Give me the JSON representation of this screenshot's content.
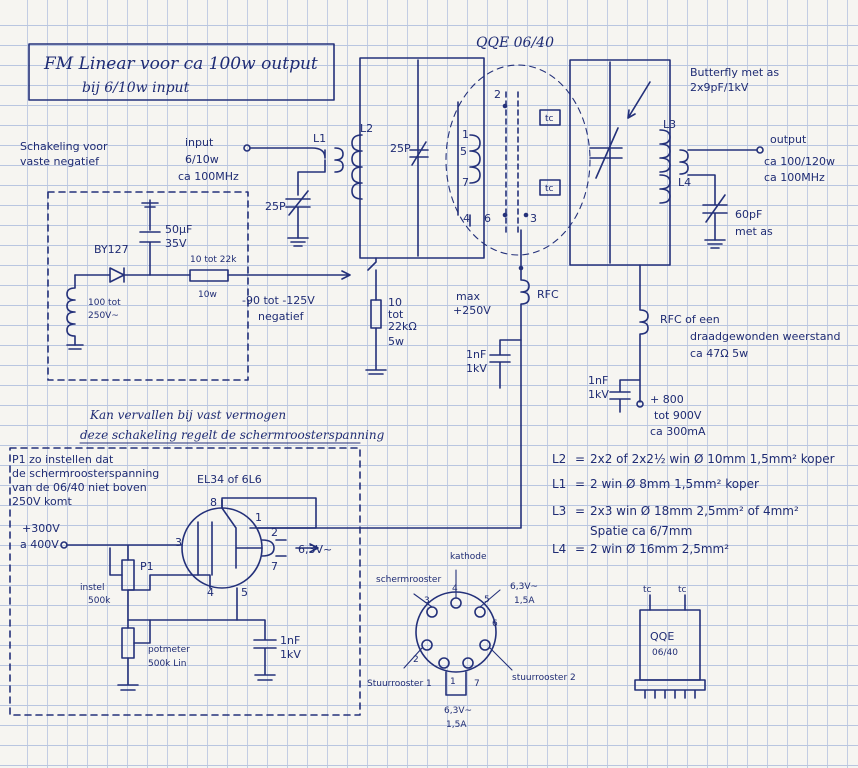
{
  "title": {
    "line1": "FM Linear voor ca 100w output",
    "line2": "bij 6/10w input"
  },
  "tube_label": "QQE 06/40",
  "input": {
    "label": "input",
    "power": "6/10w",
    "freq": "ca 100MHz"
  },
  "output": {
    "label": "output",
    "power": "ca 100/120w",
    "freq": "ca 100MHz"
  },
  "coils": {
    "l1": "L1",
    "l2": "L2",
    "l3": "L3",
    "l4": "L4"
  },
  "caps": {
    "trim_in": "25P",
    "tank_in": "25P",
    "out_cap": "60pF",
    "out_cap_note": "met as",
    "butterfly_1": "Butterfly met as",
    "butterfly_2": "2x9pF/1kV"
  },
  "neg_bias": {
    "title_1": "Schakeling voor",
    "title_2": "vaste negatief",
    "elco_1": "50µF",
    "elco_2": "35V",
    "diode": "BY127",
    "resistor_1": "10 tot 22k",
    "resistor_2": "10w",
    "trafo_1": "100 tot",
    "trafo_2": "250V~",
    "range_1": "-90 tot -125V",
    "range_2": "negatief"
  },
  "grid_res": {
    "v1": "10",
    "v2": "tot",
    "v3": "22kΩ",
    "v4": "5w"
  },
  "screen_supply": {
    "max_1": "max",
    "max_2": "+250V",
    "cap_1": "1nF",
    "cap_2": "1kV"
  },
  "rfc": {
    "left": "RFC",
    "right_1": "RFC of een",
    "right_2": "draadgewonden weerstand",
    "right_3": "ca 47Ω 5w"
  },
  "anode_supply": {
    "cap_1": "1nF",
    "cap_2": "1kV",
    "v1": "+ 800",
    "v2": "tot 900V",
    "v3": "ca 300mA"
  },
  "pins_main": {
    "p2": "2",
    "p1": "1",
    "p5": "5",
    "p7": "7",
    "p4": "4",
    "p6": "6",
    "p3": "3"
  },
  "tc": "tc",
  "note": {
    "line1": "Kan vervallen bij vast vermogen",
    "line2": "deze schakeling regelt de schermroosterspanning"
  },
  "p1_note": {
    "l1": "P1 zo instellen dat",
    "l2": "de schermroosterspanning",
    "l3": "van de 06/40 niet boven",
    "l4": "250V komt"
  },
  "regulator": {
    "tube": "EL34 of 6L6",
    "supply_1": "+300V",
    "supply_2": "a 400V",
    "p1": "P1",
    "instel_1": "instel",
    "instel_2": "500k",
    "pot_1": "potmeter",
    "pot_2": "500k Lin",
    "cap_1": "1nF",
    "cap_2": "1kV",
    "heater": "6,3V~",
    "pins": {
      "p8": "8",
      "p1": "1",
      "p2": "2",
      "p3": "3",
      "p7": "7",
      "p4": "4",
      "p5": "5"
    }
  },
  "coil_specs": [
    {
      "name": "L2",
      "eq": "=",
      "spec": "2x2 of 2x2½ win  Ø 10mm  1,5mm² koper"
    },
    {
      "name": "L1",
      "eq": "=",
      "spec": "2 win  Ø 8mm  1,5mm² koper"
    },
    {
      "name": "L3",
      "eq": "=",
      "spec": "2x3 win  Ø 18mm  2,5mm² of 4mm²"
    },
    {
      "name": "",
      "eq": "",
      "spec": "Spatie ca 6/7mm"
    },
    {
      "name": "L4",
      "eq": "=",
      "spec": "2 win  Ø 16mm  2,5mm²"
    }
  ],
  "pinout": {
    "kathode": "kathode",
    "schermrooster": "schermrooster",
    "heater_top_1": "6,3V~",
    "heater_top_2": "1,5A",
    "stuur1": "Stuurrooster 1",
    "stuur2": "stuurrooster 2",
    "heater_bot_1": "6,3V~",
    "heater_bot_2": "1,5A",
    "n1": "1",
    "n2": "2",
    "n3": "3",
    "n4": "4",
    "n5": "5",
    "n6": "6",
    "n7": "7"
  },
  "tube_icon": {
    "l1": "QQE",
    "l2": "06/40",
    "tc_a": "tc",
    "tc_b": "tc"
  }
}
